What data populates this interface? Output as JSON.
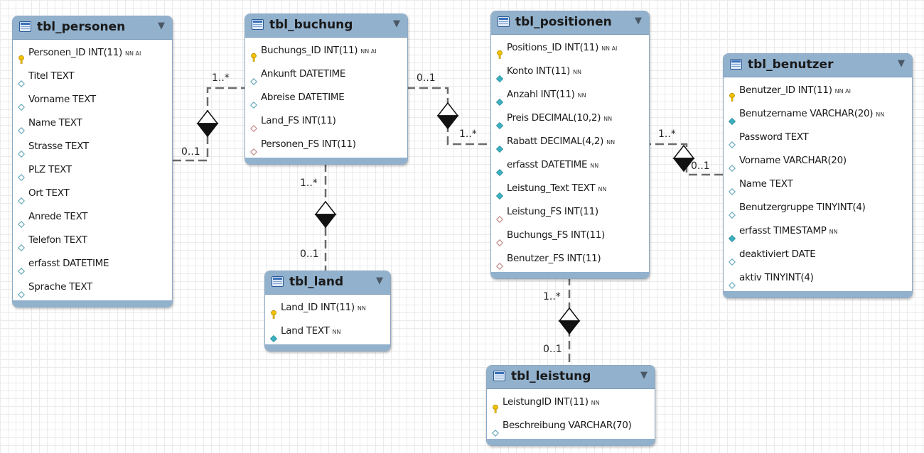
{
  "tables": [
    {
      "name": "tbl_personen",
      "columns": [
        {
          "label": "Personen_ID INT(11)",
          "flags": "NN AI",
          "icon": "key-icon"
        },
        {
          "label": "Titel TEXT",
          "flags": "",
          "icon": "diamond-outline-icon"
        },
        {
          "label": "Vorname TEXT",
          "flags": "",
          "icon": "diamond-outline-icon"
        },
        {
          "label": "Name TEXT",
          "flags": "",
          "icon": "diamond-outline-icon"
        },
        {
          "label": "Strasse TEXT",
          "flags": "",
          "icon": "diamond-outline-icon"
        },
        {
          "label": "PLZ TEXT",
          "flags": "",
          "icon": "diamond-outline-icon"
        },
        {
          "label": "Ort TEXT",
          "flags": "",
          "icon": "diamond-outline-icon"
        },
        {
          "label": "Anrede TEXT",
          "flags": "",
          "icon": "diamond-outline-icon"
        },
        {
          "label": "Telefon TEXT",
          "flags": "",
          "icon": "diamond-outline-icon"
        },
        {
          "label": "erfasst DATETIME",
          "flags": "",
          "icon": "diamond-outline-icon"
        },
        {
          "label": "Sprache TEXT",
          "flags": "",
          "icon": "diamond-outline-icon"
        }
      ]
    },
    {
      "name": "tbl_buchung",
      "columns": [
        {
          "label": "Buchungs_ID INT(11)",
          "flags": "NN AI",
          "icon": "key-icon"
        },
        {
          "label": "Ankunft DATETIME",
          "flags": "",
          "icon": "diamond-outline-icon"
        },
        {
          "label": "Abreise DATETIME",
          "flags": "",
          "icon": "diamond-outline-icon"
        },
        {
          "label": "Land_FS INT(11)",
          "flags": "",
          "icon": "diamond-fk-icon"
        },
        {
          "label": "Personen_FS INT(11)",
          "flags": "",
          "icon": "diamond-fk-icon"
        }
      ]
    },
    {
      "name": "tbl_land",
      "columns": [
        {
          "label": "Land_ID INT(11)",
          "flags": "NN",
          "icon": "key-icon"
        },
        {
          "label": "Land TEXT",
          "flags": "NN",
          "icon": "diamond-filled-icon"
        }
      ]
    },
    {
      "name": "tbl_positionen",
      "columns": [
        {
          "label": "Positions_ID INT(11)",
          "flags": "NN AI",
          "icon": "key-icon"
        },
        {
          "label": "Konto INT(11)",
          "flags": "NN",
          "icon": "diamond-filled-icon"
        },
        {
          "label": "Anzahl INT(11)",
          "flags": "NN",
          "icon": "diamond-filled-icon"
        },
        {
          "label": "Preis DECIMAL(10,2)",
          "flags": "NN",
          "icon": "diamond-filled-icon"
        },
        {
          "label": "Rabatt DECIMAL(4,2)",
          "flags": "NN",
          "icon": "diamond-filled-icon"
        },
        {
          "label": "erfasst DATETIME",
          "flags": "NN",
          "icon": "diamond-filled-icon"
        },
        {
          "label": "Leistung_Text TEXT",
          "flags": "NN",
          "icon": "diamond-filled-icon"
        },
        {
          "label": "Leistung_FS INT(11)",
          "flags": "",
          "icon": "diamond-fk-icon"
        },
        {
          "label": "Buchungs_FS INT(11)",
          "flags": "",
          "icon": "diamond-fk-icon"
        },
        {
          "label": "Benutzer_FS INT(11)",
          "flags": "",
          "icon": "diamond-fk-icon"
        }
      ]
    },
    {
      "name": "tbl_leistung",
      "columns": [
        {
          "label": "LeistungID INT(11)",
          "flags": "NN",
          "icon": "key-icon"
        },
        {
          "label": "Beschreibung VARCHAR(70)",
          "flags": "",
          "icon": "diamond-outline-icon"
        }
      ]
    },
    {
      "name": "tbl_benutzer",
      "columns": [
        {
          "label": "Benutzer_ID INT(11)",
          "flags": "NN AI",
          "icon": "key-icon"
        },
        {
          "label": "Benutzername VARCHAR(20)",
          "flags": "NN",
          "icon": "diamond-filled-icon"
        },
        {
          "label": "Password TEXT",
          "flags": "",
          "icon": "diamond-outline-icon"
        },
        {
          "label": "Vorname VARCHAR(20)",
          "flags": "",
          "icon": "diamond-outline-icon"
        },
        {
          "label": "Name TEXT",
          "flags": "",
          "icon": "diamond-outline-icon"
        },
        {
          "label": "Benutzergruppe TINYINT(4)",
          "flags": "",
          "icon": "diamond-outline-icon"
        },
        {
          "label": "erfasst TIMESTAMP",
          "flags": "NN",
          "icon": "diamond-filled-icon"
        },
        {
          "label": "deaktiviert DATE",
          "flags": "",
          "icon": "diamond-outline-icon"
        },
        {
          "label": "aktiv TINYINT(4)",
          "flags": "",
          "icon": "diamond-outline-icon"
        }
      ]
    }
  ],
  "relationships": [
    {
      "from": "tbl_personen",
      "to": "tbl_buchung",
      "from_card": "0..1",
      "to_card": "1..*"
    },
    {
      "from": "tbl_land",
      "to": "tbl_buchung",
      "from_card": "0..1",
      "to_card": "1..*"
    },
    {
      "from": "tbl_buchung",
      "to": "tbl_positionen",
      "from_card": "0..1",
      "to_card": "1..*"
    },
    {
      "from": "tbl_benutzer",
      "to": "tbl_positionen",
      "from_card": "0..1",
      "to_card": "1..*"
    },
    {
      "from": "tbl_leistung",
      "to": "tbl_positionen",
      "from_card": "0..1",
      "to_card": "1..*"
    }
  ],
  "colors": {
    "header": "#92b1cd",
    "key": "#f2c200",
    "fk": "#c28a86",
    "nn": "#3ab2c2",
    "line": "#6b6b6b"
  }
}
